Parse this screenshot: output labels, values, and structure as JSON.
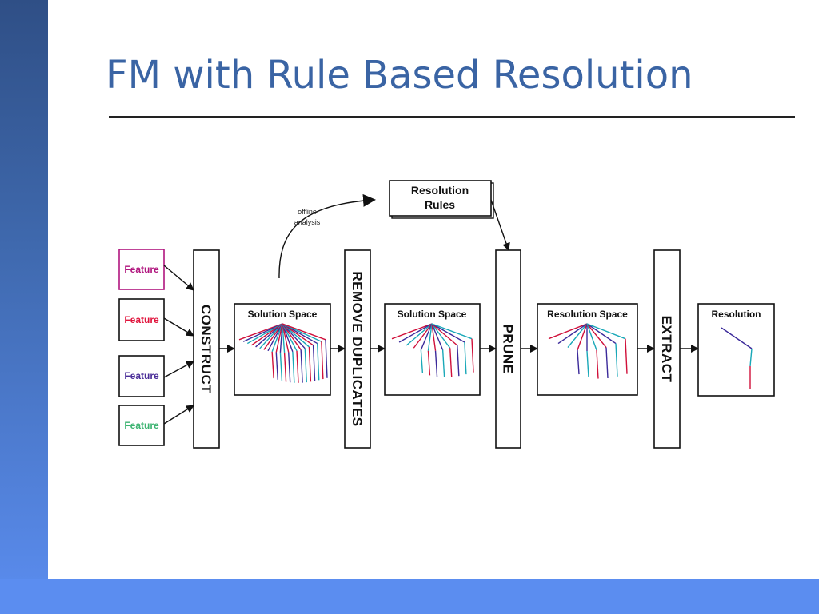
{
  "slide": {
    "title": "FM with Rule Based Resolution"
  },
  "diagram": {
    "features": [
      {
        "label": "Feature",
        "color": "#b0157e"
      },
      {
        "label": "Feature",
        "color": "#e0143c"
      },
      {
        "label": "Feature",
        "color": "#4a2d98"
      },
      {
        "label": "Feature",
        "color": "#3cb371"
      }
    ],
    "stages": {
      "construct": "CONSTRUCT",
      "remove_duplicates": "REMOVE DUPLICATES",
      "prune": "PRUNE",
      "extract": "EXTRACT"
    },
    "boxes": {
      "solution_space_1": "Solution Space",
      "solution_space_2": "Solution Space",
      "resolution_space": "Resolution Space",
      "resolution": "Resolution"
    },
    "rules": {
      "line1": "Resolution",
      "line2": "Rules"
    },
    "offline": {
      "line1": "offline",
      "line2": "analysis"
    },
    "tree_colors": [
      "#d0103a",
      "#3b2a9a",
      "#19a8b8"
    ]
  }
}
